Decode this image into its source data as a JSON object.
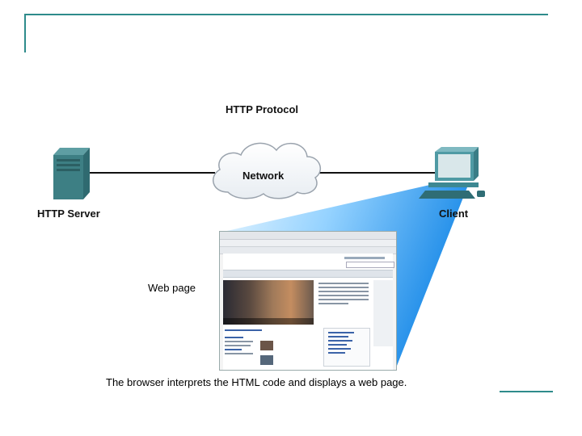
{
  "title": "HTTP Protocol",
  "nodes": {
    "server": "HTTP Server",
    "network": "Network",
    "client": "Client",
    "web_page": "Web page"
  },
  "caption": "The browser interprets the HTML code and displays a web page.",
  "colors": {
    "frame": "#2e8b8b",
    "server": "#3d7f84",
    "client": "#4f9aa4",
    "beam_start": "#b8e0ff",
    "beam_end": "#1f8ee8"
  }
}
